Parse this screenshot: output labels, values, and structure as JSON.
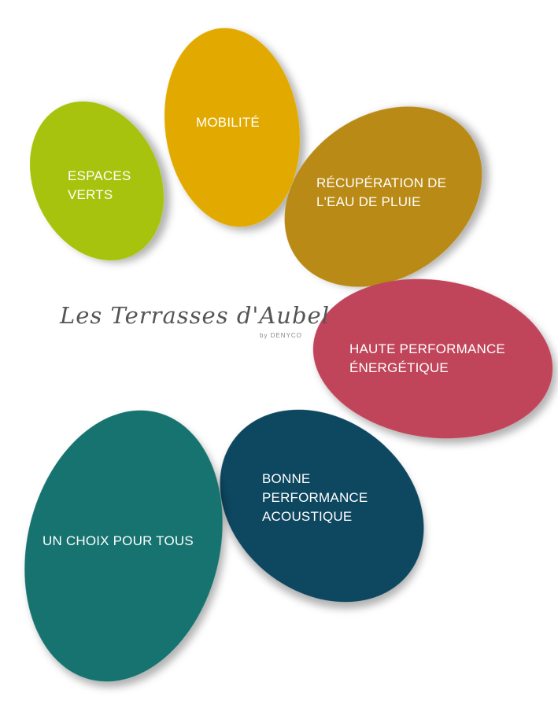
{
  "logo": {
    "name": "Les Terrasses d'Aubel",
    "by": "by DENYCO"
  },
  "petals": [
    {
      "label_lines": [
        "ESPACES",
        "VERTS"
      ],
      "color": "#a8c30a"
    },
    {
      "label_lines": [
        "MOBILITÉ"
      ],
      "color": "#e2aa05"
    },
    {
      "label_lines": [
        "RÉCUPÉRATION DE",
        "L'EAU DE PLUIE"
      ],
      "color": "#b98a17"
    },
    {
      "label_lines": [
        "HAUTE PERFORMANCE",
        "ÉNERGÉTIQUE"
      ],
      "color": "#c1455a"
    },
    {
      "label_lines": [
        "BONNE",
        "PERFORMANCE",
        "ACOUSTIQUE"
      ],
      "color": "#0f4661"
    },
    {
      "label_lines": [
        "UN CHOIX POUR TOUS"
      ],
      "color": "#167370"
    }
  ]
}
